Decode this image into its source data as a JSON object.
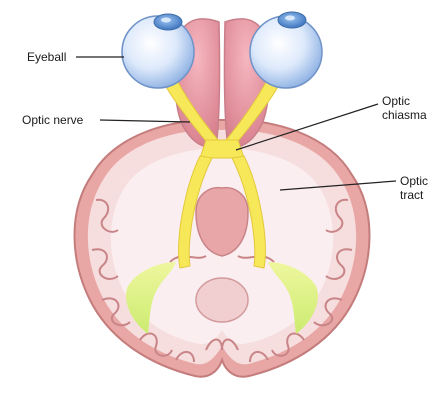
{
  "labels": {
    "eyeball": "Eyeball",
    "optic_nerve": "Optic nerve",
    "optic_chiasma": [
      "Optic",
      "chiasma"
    ],
    "optic_tract": [
      "Optic",
      "tract"
    ]
  },
  "colors": {
    "brain_outer": "#e8a7a5",
    "brain_cortex": "#f6dede",
    "white_matter": "#fbeef0",
    "frontal_lobe": "#e8909c",
    "optic_pathway": "#f7e85a",
    "radiation": "#d8f07a",
    "eyeball": "#dde9fb",
    "pupil": "#5a8fd0",
    "leader_line": "#222222"
  },
  "icons": [
    "eyeball-icon",
    "brain-icon"
  ]
}
